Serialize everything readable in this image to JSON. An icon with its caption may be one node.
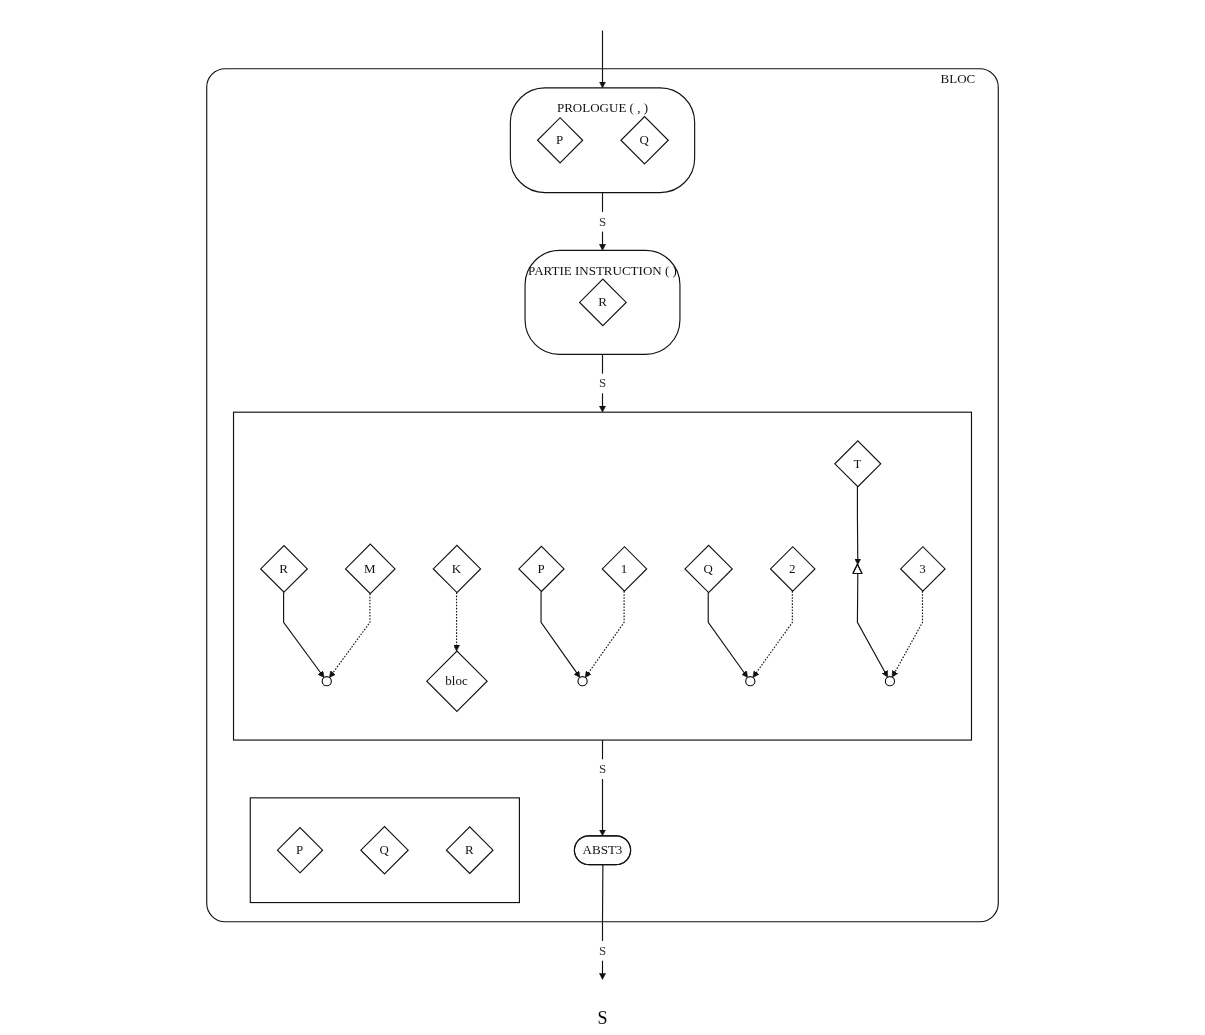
{
  "diagram": {
    "nodes": [
      {
        "text": [
          "BLOC"
        ]
      },
      {
        "text": [],
        "shape": "box",
        "in": 0
      },
      {
        "text": [
          "P"
        ],
        "in": 1
      },
      {
        "text": [
          "Q"
        ],
        "in": 1
      },
      {
        "text": [
          "R"
        ],
        "in": 1
      },
      {
        "text": [
          "PROLOGUE (",
          ",",
          ")"
        ],
        "in": 0
      },
      {
        "text": [
          "P"
        ],
        "in": 5
      },
      {
        "text": [
          "Q"
        ],
        "in": 5
      },
      {
        "text": [
          "PARTIE INSTRUCTION (",
          ")"
        ],
        "in": 0
      },
      {
        "text": [
          "R"
        ],
        "in": 8
      },
      {
        "text": [],
        "shape": "box",
        "in": 0
      },
      {
        "text": [
          "R"
        ],
        "in": 10
      },
      {
        "text": [
          "M"
        ],
        "in": 10
      },
      {
        "text": [],
        "shape": "circle",
        "in": 10
      },
      {
        "text": [
          "K"
        ],
        "in": 10
      },
      {
        "text": [
          "bloc"
        ],
        "in": 10
      },
      {
        "text": [
          "P"
        ],
        "in": 10
      },
      {
        "text": [
          "1"
        ],
        "in": 10
      },
      {
        "text": [],
        "shape": "circle",
        "in": 10
      },
      {
        "text": [
          "Q"
        ],
        "in": 10
      },
      {
        "text": [
          "2"
        ],
        "in": 10
      },
      {
        "text": [],
        "shape": "circle",
        "in": 10
      },
      {
        "text": [
          "T"
        ],
        "in": 10
      },
      {
        "text": [],
        "shape": "triangle",
        "in": 10
      },
      {
        "text": [],
        "shape": "circle",
        "in": 10
      },
      {
        "text": [
          "3"
        ],
        "in": 10
      },
      {
        "text": [
          "ABST3"
        ],
        "in": 0
      }
    ],
    "edges": [
      {
        "from": null,
        "to": 5,
        "arrow": "to"
      },
      {
        "from": 5,
        "to": 8,
        "arrow": "to",
        "label": "S"
      },
      {
        "from": 8,
        "to": 10,
        "arrow": "to",
        "label": "S"
      },
      {
        "from": 11,
        "to": 13,
        "arrow": "to"
      },
      {
        "from": 12,
        "to": 13,
        "arrow": "to",
        "style": "dashed"
      },
      {
        "from": 14,
        "to": 15,
        "arrow": "to",
        "style": "dashed"
      },
      {
        "from": 16,
        "to": 18,
        "arrow": "to"
      },
      {
        "from": 17,
        "to": 18,
        "arrow": "to",
        "style": "dashed"
      },
      {
        "from": 19,
        "to": 21,
        "arrow": "to"
      },
      {
        "from": 20,
        "to": 21,
        "arrow": "to",
        "style": "dashed"
      },
      {
        "from": 22,
        "to": 23,
        "arrow": "to"
      },
      {
        "from": 23,
        "to": 24,
        "arrow": "to"
      },
      {
        "from": 25,
        "to": 24,
        "arrow": "to",
        "style": "dashed"
      },
      {
        "from": 10,
        "to": 26,
        "arrow": "to",
        "label": "S"
      },
      {
        "from": 26,
        "to": null,
        "arrow": "to",
        "label": "S"
      }
    ],
    "labels": [
      "S"
    ]
  }
}
